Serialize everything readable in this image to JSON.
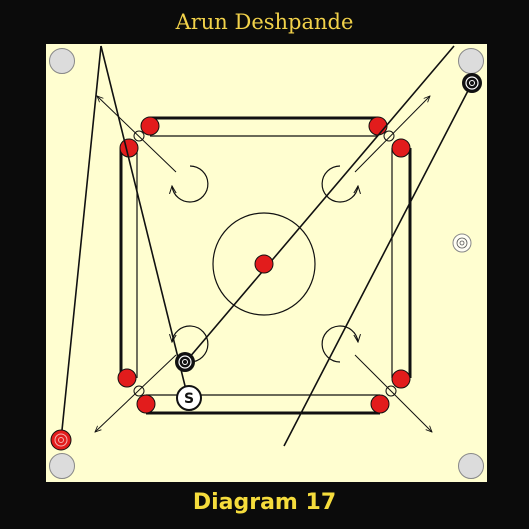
{
  "author": "Arun  Deshpande",
  "caption": "Diagram 17",
  "striker_label": "S",
  "colors": {
    "frame": "#0b0b0b",
    "board": "#fffed0",
    "line": "#111111",
    "red_coin": "#e21c1c",
    "pocket": "#dcdcdc",
    "title": "#f2d24a"
  },
  "icons": [
    "striker-icon",
    "black-coin-icon",
    "white-coin-icon",
    "red-coin-icon",
    "queen-icon"
  ]
}
